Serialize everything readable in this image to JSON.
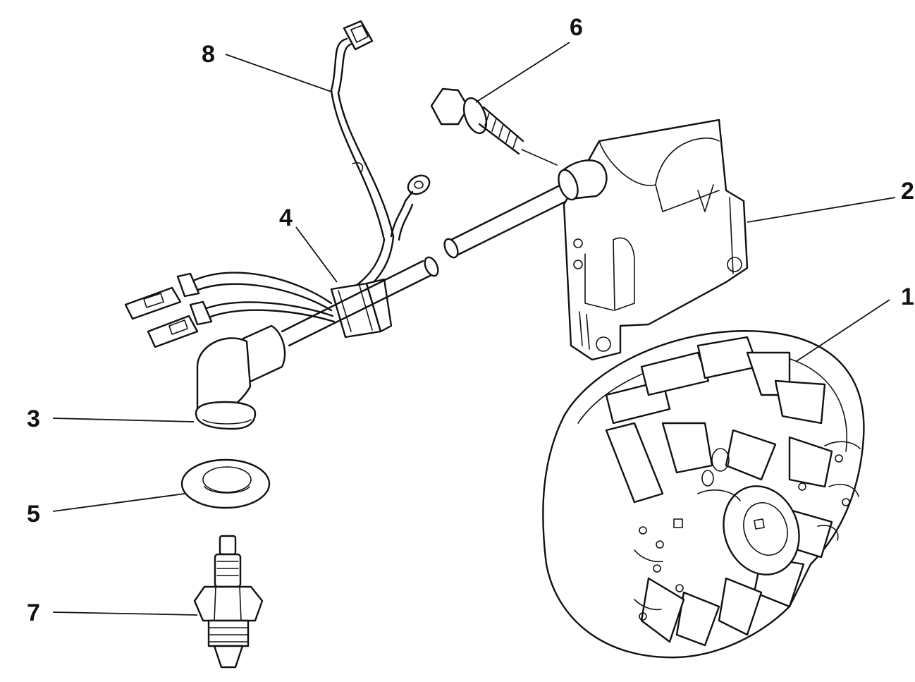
{
  "callouts": {
    "c1": "1",
    "c2": "2",
    "c3": "3",
    "c4": "4",
    "c5": "5",
    "c6": "6",
    "c7": "7",
    "c8": "8"
  },
  "colors": {
    "ink": "#111111",
    "paper": "#ffffff"
  }
}
